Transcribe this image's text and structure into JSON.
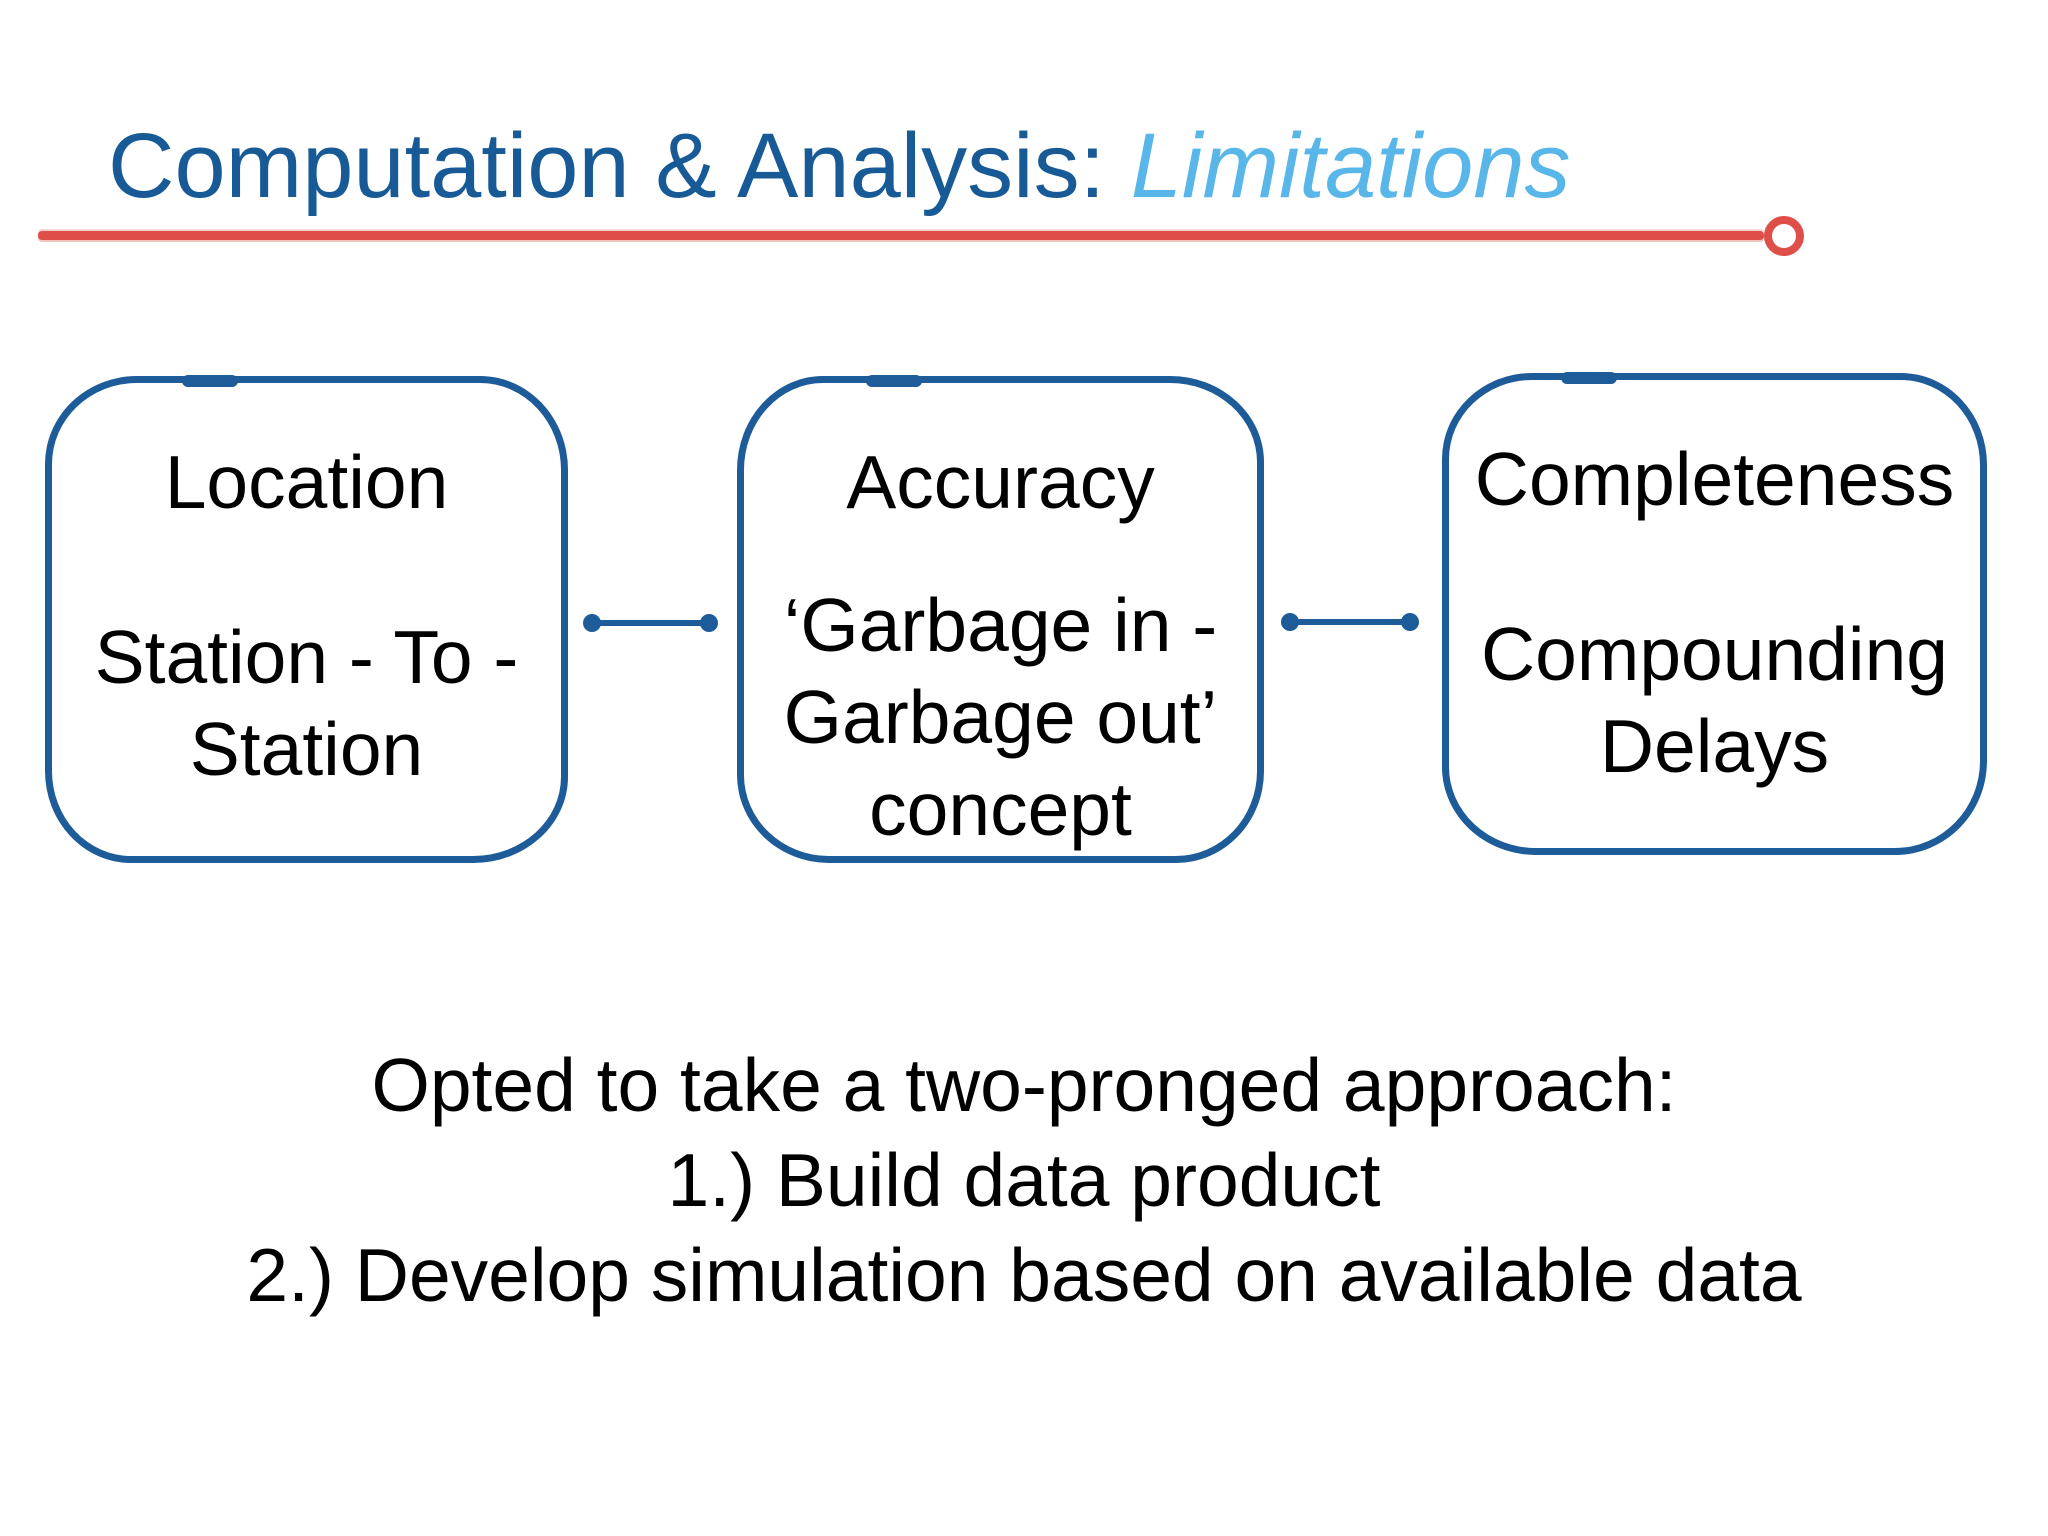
{
  "slide": {
    "title": {
      "main": "Computation & Analysis: ",
      "emphasis": "Limitations"
    },
    "boxes": [
      {
        "title": "Location",
        "body": "Station - To - Station",
        "body_lines": [
          "Station - To -",
          "Station"
        ]
      },
      {
        "title": "Accuracy",
        "body": "‘Garbage in - Garbage out’ concept",
        "body_lines": [
          "‘Garbage in -",
          "Garbage out’",
          "concept"
        ]
      },
      {
        "title": "Completeness",
        "body": "Compounding Delays",
        "body_lines": [
          "Compounding",
          "Delays"
        ]
      }
    ],
    "footer_lines": [
      "Opted to take a two-pronged approach:",
      "1.) Build data product",
      "2.) Develop simulation based on available data"
    ]
  },
  "colors": {
    "title_blue": "#185a96",
    "emphasis_blue": "#58b7e8",
    "rule_red": "#de4f49",
    "box_border_blue": "#1d5c99",
    "body_text": "#000000"
  }
}
